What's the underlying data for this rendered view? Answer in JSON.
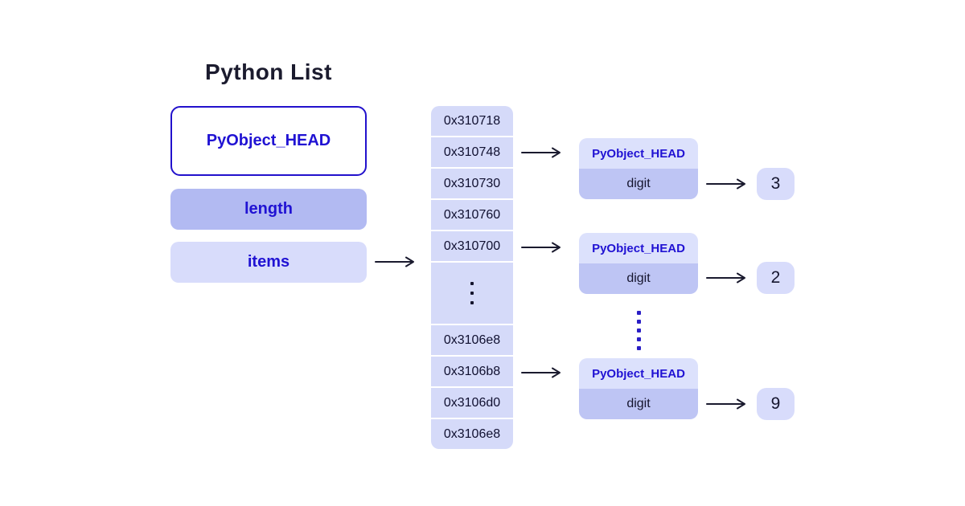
{
  "title": "Python List",
  "list_struct": {
    "head": "PyObject_HEAD",
    "length": "length",
    "items": "items"
  },
  "memory": {
    "cells_top": [
      "0x310718",
      "0x310748",
      "0x310730",
      "0x310760",
      "0x310700"
    ],
    "cells_bottom": [
      "0x3106e8",
      "0x3106b8",
      "0x3106d0",
      "0x3106e8"
    ]
  },
  "objects": [
    {
      "head": "PyObject_HEAD",
      "field": "digit",
      "value": "3"
    },
    {
      "head": "PyObject_HEAD",
      "field": "digit",
      "value": "2"
    },
    {
      "head": "PyObject_HEAD",
      "field": "digit",
      "value": "9"
    }
  ],
  "colors": {
    "accent_blue_text": "#2012d3",
    "head_box_border": "#2211cc",
    "length_box_bg": "#b2baf2",
    "items_box_bg": "#d8dcfb",
    "memory_cell_bg": "#d5daf9",
    "object_head_bg": "#dce1fc",
    "object_field_bg": "#bec5f4",
    "value_chip_bg": "#d8dcfb",
    "arrow": "#1a1a2e",
    "title_text": "#1b1b2e",
    "dark_text": "#15152e",
    "ellipsis_dots_blue": "#2a1ec6"
  }
}
